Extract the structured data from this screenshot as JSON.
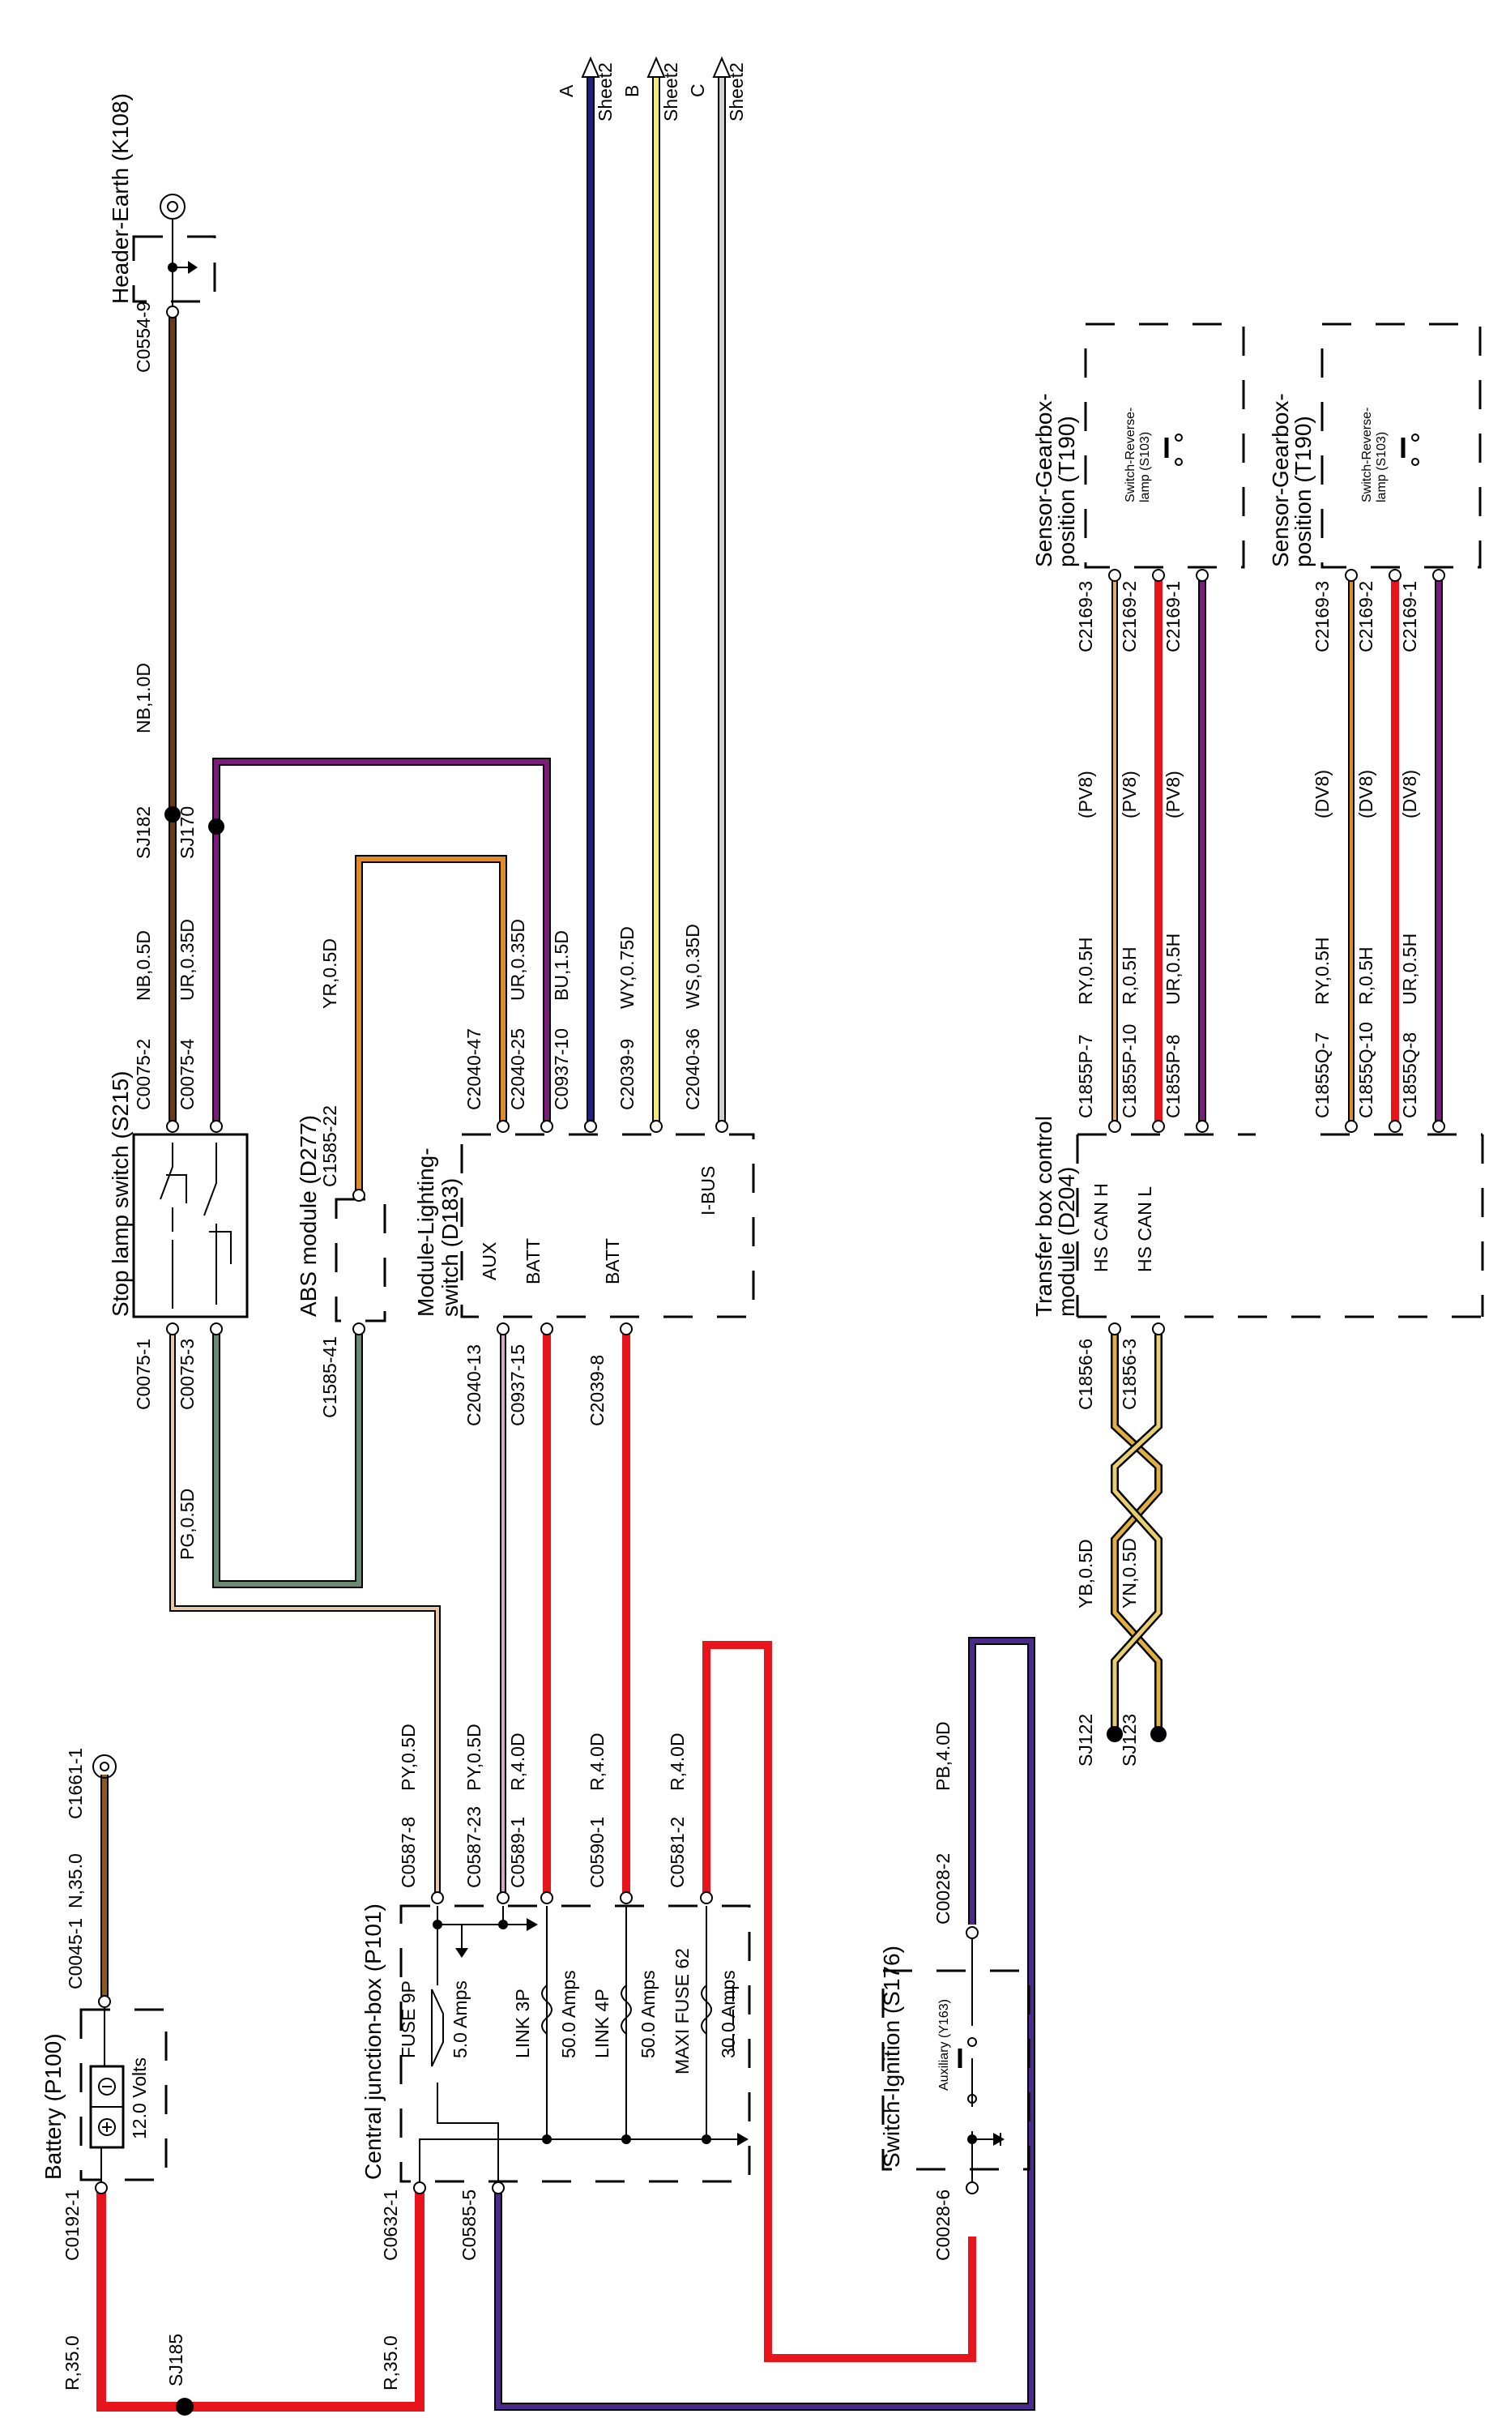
{
  "components": {
    "header_earth": "Header-Earth (K108)",
    "stop_lamp_switch": "Stop lamp switch (S215)",
    "abs_module": "ABS module (D277)",
    "lighting_switch": "Module-Lighting-switch (D183)",
    "lighting_switch_line1": "Module-Lighting-",
    "lighting_switch_line2": "switch (D183)",
    "battery": "Battery (P100)",
    "battery_volts": "12.0 Volts",
    "cjb": "Central junction-box (P101)",
    "ignition": "Switch-Ignition (S176)",
    "ignition_aux": "Auxiliary (Y163)",
    "transfer_box": "Transfer box control module (D204)",
    "transfer_box_line1": "Transfer box control",
    "transfer_box_line2": "module (D204)",
    "gearbox_sensor_1": "Sensor-Gearbox-position (T190)",
    "gearbox_sensor_line1": "Sensor-Gearbox-",
    "gearbox_sensor_line2": "position (T190)",
    "reverse_switch_line1": "Switch-Reverse-",
    "reverse_switch_line2": "lamp (S103)"
  },
  "pins": {
    "aux": "AUX",
    "batt1": "BATT",
    "batt2": "BATT",
    "ibus": "I-BUS",
    "hs_can_h": "HS CAN H",
    "hs_can_l": "HS CAN L"
  },
  "fuses": {
    "fuse9p": "FUSE 9P",
    "fuse9p_amps": "5.0 Amps",
    "link3p": "LINK 3P",
    "link3p_amps": "50.0 Amps",
    "link4p": "LINK 4P",
    "link4p_amps": "50.0 Amps",
    "maxi62": "MAXI FUSE 62",
    "maxi62_amps": "30.0 Amps"
  },
  "connectors": {
    "c0554_9": "C0554-9",
    "c0075_2": "C0075-2",
    "c0075_4": "C0075-4",
    "c0075_1": "C0075-1",
    "c0075_3": "C0075-3",
    "c1585_22": "C1585-22",
    "c1585_41": "C1585-41",
    "c2040_47": "C2040-47",
    "c2040_25": "C2040-25",
    "c0937_10": "C0937-10",
    "c2039_9": "C2039-9",
    "c2040_36": "C2040-36",
    "c2040_13": "C2040-13",
    "c0937_15": "C0937-15",
    "c2039_8": "C2039-8",
    "c0192_1": "C0192-1",
    "c0045_1": "C0045-1",
    "c1661_1": "C1661-1",
    "c0632_1": "C0632-1",
    "c0585_5": "C0585-5",
    "c0587_8": "C0587-8",
    "c0587_23": "C0587-23",
    "c0589_1": "C0589-1",
    "c0590_1": "C0590-1",
    "c0581_2": "C0581-2",
    "c0028_6": "C0028-6",
    "c0028_2": "C0028-2",
    "c1856_6": "C1856-6",
    "c1856_3": "C1856-3",
    "c1855p_7": "C1855P-7",
    "c1855p_10": "C1855P-10",
    "c1855p_8": "C1855P-8",
    "c1855q_7": "C1855Q-7",
    "c1855q_10": "C1855Q-10",
    "c1855q_8": "C1855Q-8",
    "c2169_3a": "C2169-3",
    "c2169_2a": "C2169-2",
    "c2169_1a": "C2169-1",
    "c2169_3b": "C2169-3",
    "c2169_2b": "C2169-2",
    "c2169_1b": "C2169-1"
  },
  "splices": {
    "sj182": "SJ182",
    "sj170": "SJ170",
    "sj185": "SJ185",
    "sj122": "SJ122",
    "sj123": "SJ123"
  },
  "wires": {
    "nb_1_0d": "NB,1.0D",
    "nb_0_5d": "NB,0.5D",
    "ur_0_35d_a": "UR,0.35D",
    "yr_0_5d": "YR,0.5D",
    "ur_0_35d_b": "UR,0.35D",
    "bu_1_5d": "BU,1.5D",
    "wy_0_75d": "WY,0.75D",
    "ws_0_35d": "WS,0.35D",
    "pg_0_5d": "PG,0.5D",
    "py_0_5d_a": "PY,0.5D",
    "py_0_5d_b": "PY,0.5D",
    "r_4_0d_a": "R,4.0D",
    "r_4_0d_b": "R,4.0D",
    "r_4_0d_c": "R,4.0D",
    "r_35_0_a": "R,35.0",
    "r_35_0_b": "R,35.0",
    "n_35_0": "N,35.0",
    "pb_4_0d": "PB,4.0D",
    "yb_0_5d": "YB,0.5D",
    "yn_0_5d": "YN,0.5D",
    "ry_0_5h_p": "RY,0.5H",
    "r_0_5h_p": "R,0.5H",
    "ur_0_5h_p": "UR,0.5H",
    "ry_0_5h_q": "RY,0.5H",
    "r_0_5h_q": "R,0.5H",
    "ur_0_5h_q": "UR,0.5H",
    "pv8_1": "(PV8)",
    "pv8_2": "(PV8)",
    "pv8_3": "(PV8)",
    "dv8_1": "(DV8)",
    "dv8_2": "(DV8)",
    "dv8_3": "(DV8)"
  },
  "sheet_refs": {
    "a": "A",
    "b": "B",
    "c": "C",
    "sheet_a": "Sheet2",
    "sheet_b": "Sheet2",
    "sheet_c": "Sheet2"
  },
  "colors": {
    "red": "#e8141b",
    "blue": "#1f1f86",
    "purple": "#7d1a7d",
    "brown": "#6b3a10",
    "orange": "#e08a2a",
    "yellow": "#f0ee70",
    "grey": "#c8c8c8",
    "pink": "#d9a3c8",
    "green": "#6a8a72",
    "violet": "#4a2a8a",
    "gold": "#e0b040"
  }
}
